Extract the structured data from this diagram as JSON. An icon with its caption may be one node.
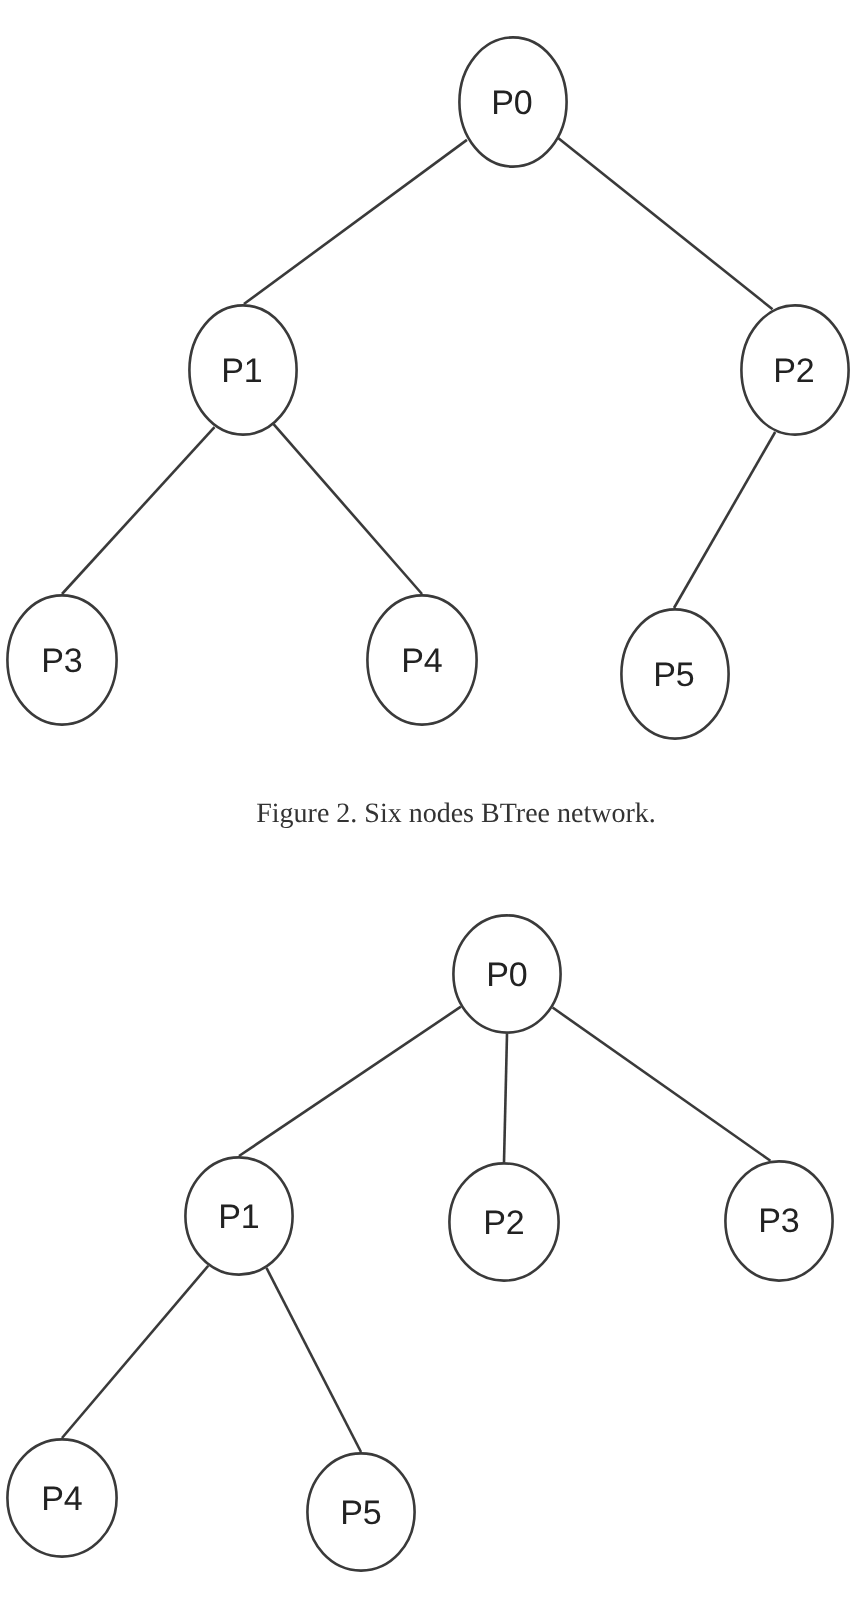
{
  "diagram": {
    "caption": "Figure 2. Six nodes BTree network.",
    "nodes": [
      {
        "text": [
          "P0"
        ]
      },
      {
        "text": [
          "P1"
        ]
      },
      {
        "text": [
          "P2"
        ]
      },
      {
        "text": [
          "P3"
        ]
      },
      {
        "text": [
          "P4"
        ]
      },
      {
        "text": [
          "P5"
        ]
      },
      {
        "text": [
          "P0"
        ]
      },
      {
        "text": [
          "P1"
        ]
      },
      {
        "text": [
          "P2"
        ]
      },
      {
        "text": [
          "P3"
        ]
      },
      {
        "text": [
          "P4"
        ]
      },
      {
        "text": [
          "P5"
        ]
      }
    ],
    "edges": [
      {
        "from": 0,
        "to": 1,
        "arrow": "none"
      },
      {
        "from": 0,
        "to": 2,
        "arrow": "none"
      },
      {
        "from": 1,
        "to": 3,
        "arrow": "none"
      },
      {
        "from": 1,
        "to": 4,
        "arrow": "none"
      },
      {
        "from": 2,
        "to": 5,
        "arrow": "none"
      },
      {
        "from": 6,
        "to": 7,
        "arrow": "none"
      },
      {
        "from": 6,
        "to": 8,
        "arrow": "none"
      },
      {
        "from": 6,
        "to": 9,
        "arrow": "none"
      },
      {
        "from": 7,
        "to": 10,
        "arrow": "none"
      },
      {
        "from": 7,
        "to": 11,
        "arrow": "none"
      }
    ]
  }
}
